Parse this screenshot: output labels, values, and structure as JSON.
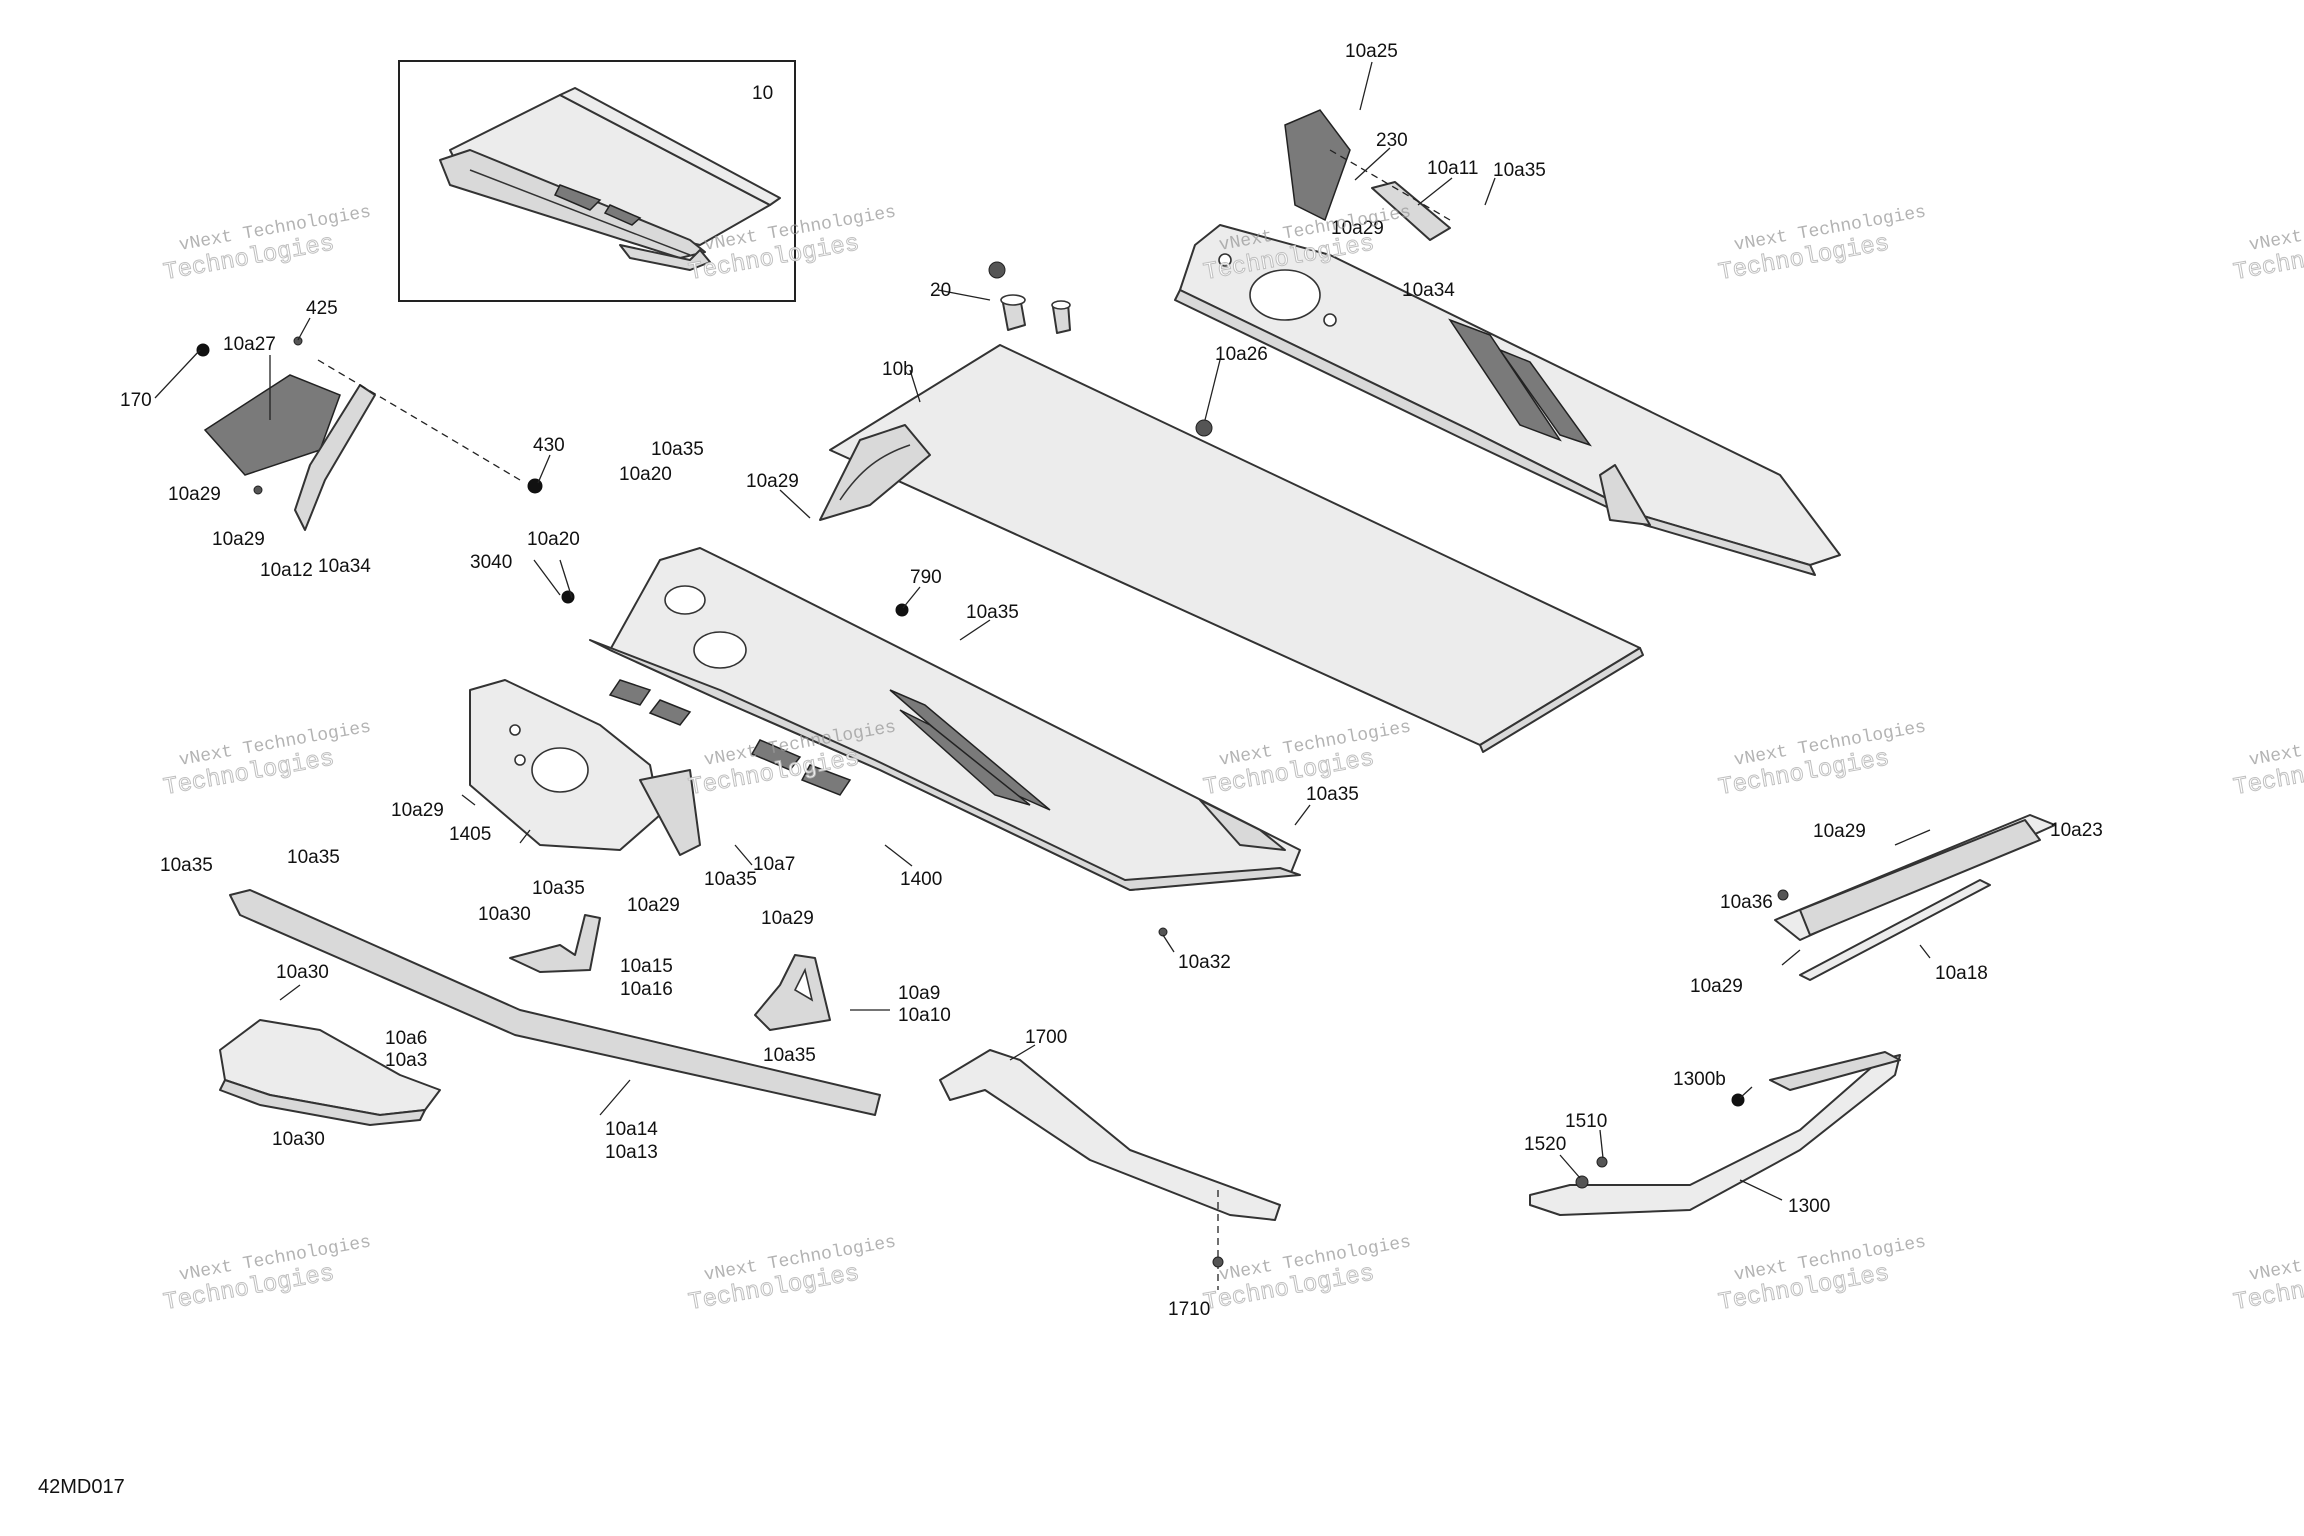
{
  "document": {
    "code": "42MD017"
  },
  "inset": {
    "label": "10"
  },
  "callouts": {
    "c_10a25": "10a25",
    "c_230": "230",
    "c_10a11": "10a11",
    "c_10a35_tr": "10a35",
    "c_10a29_tr": "10a29",
    "c_10a34_tr": "10a34",
    "c_425": "425",
    "c_10a27": "10a27",
    "c_170": "170",
    "c_430": "430",
    "c_10a29_l1": "10a29",
    "c_10a29_l2": "10a29",
    "c_10a12": "10a12",
    "c_10a34_l": "10a34",
    "c_20": "20",
    "c_10b": "10b",
    "c_10a26": "10a26",
    "c_10a29_m": "10a29",
    "c_10a35_m": "10a35",
    "c_10a20_a": "10a20",
    "c_3040": "3040",
    "c_10a20_b": "10a20",
    "c_790": "790",
    "c_10a35_c": "10a35",
    "c_10a35_r": "10a35",
    "c_10a29_p": "10a29",
    "c_1405": "1405",
    "c_10a35_p1": "10a35",
    "c_10a29_p2": "10a29",
    "c_10a35_p2": "10a35",
    "c_10a7": "10a7",
    "c_1400": "1400",
    "c_10a32": "10a32",
    "c_10a35_ll": "10a35",
    "c_10a35_l2": "10a35",
    "c_10a30_a": "10a30",
    "c_10a15": "10a15",
    "c_10a16": "10a16",
    "c_10a30_b": "10a30",
    "c_10a6": "10a6",
    "c_10a3": "10a3",
    "c_10a30_c": "10a30",
    "c_10a14": "10a14",
    "c_10a13": "10a13",
    "c_10a29_b": "10a29",
    "c_10a9": "10a9",
    "c_10a10": "10a10",
    "c_10a35_b": "10a35",
    "c_1700": "1700",
    "c_1710": "1710",
    "c_10a29_rr": "10a29",
    "c_10a23": "10a23",
    "c_10a36": "10a36",
    "c_10a29_rr2": "10a29",
    "c_10a18": "10a18",
    "c_1300b": "1300b",
    "c_1510": "1510",
    "c_1520": "1520",
    "c_1300": "1300"
  },
  "watermark": {
    "line1": "vNext Technologies",
    "line2": "Technologies"
  }
}
